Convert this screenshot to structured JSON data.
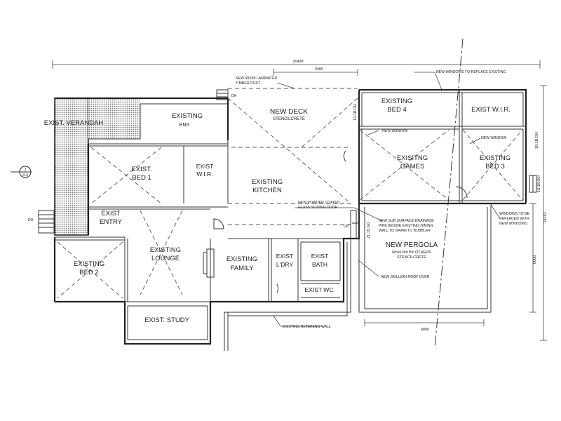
{
  "dimensions": {
    "overall_width": "26498",
    "deck_width": "3400",
    "pergola_width": "6800",
    "right_depth": "14152",
    "pergola_depth": "6000",
    "deck_depth": "12.1B.DH",
    "window_tag_1": "18.1B.DH",
    "window_tag_2": "16.1B.DH",
    "door_tag": "21.15.GD"
  },
  "rooms": {
    "verandah": "EXIST. VERANDAH",
    "ens_line1": "EXISTING",
    "ens_line2": "ENS",
    "deck_line1": "NEW DECK",
    "deck_line2": "STENCILCRETE",
    "bed4_line1": "EXISTING",
    "bed4_line2": "BED 4",
    "wir_right": "EXIST W.I.R.",
    "bed1_line1": "EXIST.",
    "bed1_line2": "BED 1",
    "wir_left_line1": "EXIST",
    "wir_left_line2": "W.I.R.",
    "kitchen_line1": "EXISTING",
    "kitchen_line2": "KITCHEN",
    "games_line1": "EXISITNG",
    "games_line2": "GAMES",
    "bed3_line1": "EXISTING",
    "bed3_line2": "BED 3",
    "entry_line1": "EXIST",
    "entry_line2": "ENTRY",
    "lounge_line1": "EXISTING",
    "lounge_line2": "LOUNGE",
    "family_line1": "EXISTING",
    "family_line2": "FAMILY",
    "ldry_line1": "EXIST",
    "ldry_line2": "L'DRY",
    "bath_line1": "EXIST",
    "bath_line2": "BATH",
    "wc": "EXIST WC",
    "bed2_line1": "EXISTING",
    "bed2_line2": "BED 2",
    "study": "EXIST. STUDY",
    "pergola_line1": "NEW PERGOLA",
    "pergola_line2": "6mx6.8m BY OTHERS",
    "pergola_line3": "STENCILCRETE"
  },
  "notes": {
    "windows_replace": "NEW WINDOWS TO REPLACE EXISTING",
    "timber_post_line1": "NEW 90X90 LAMINATED",
    "timber_post_line2": "TIMBER POST",
    "new_window_1": "NEW WINDOW",
    "new_window_2": "NEW WINDOW",
    "windows_replaced_line1": "WINDOWS TO BE",
    "windows_replaced_line2": "REPLACED WITH",
    "windows_replaced_line3": "NEW WINDOWS",
    "powder_coated_line1": "NEW POWDER COATED",
    "powder_coated_line2": "GLASS SLIDING DOOR",
    "drainage_line1": "NEW SUB SURFACE DRAINAGE",
    "drainage_line2": "PIPE BESIDE EXISTING DINING",
    "drainage_line3": "WALL TO DRAIN TO BUBBLER",
    "skillion_roof": "NEW SKILLION ROOF OVER",
    "retaining_wall": "EXISTING RETAINING WALL",
    "up_label": "UP",
    "dh_label": "DH",
    "section_marker_top": "1",
    "section_marker_bottom": "3.3"
  }
}
